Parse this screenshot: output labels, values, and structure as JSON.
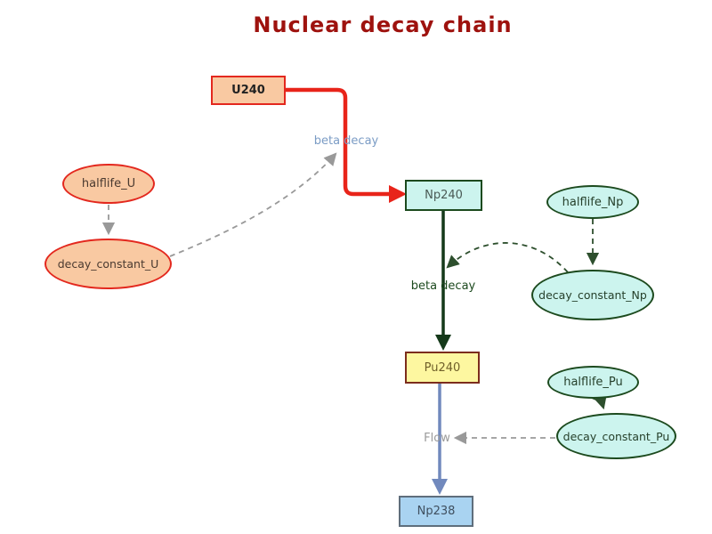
{
  "title": "Nuclear decay chain",
  "title_color": "#9e120e",
  "diagram": {
    "stocks": [
      {
        "id": "U240",
        "label": "U240",
        "fill": "#f9c9a2",
        "border": "#e3281e"
      },
      {
        "id": "Np240",
        "label": "Np240",
        "fill": "#ccf4ee",
        "border": "#1c4a1e"
      },
      {
        "id": "Pu240",
        "label": "Pu240",
        "fill": "#fdf7a0",
        "border": "#7c2d1d"
      },
      {
        "id": "Np238",
        "label": "Np238",
        "fill": "#a9d3f1",
        "border": "#5f6e7c"
      }
    ],
    "variables": [
      {
        "id": "halflife_U",
        "label": "halflife_U",
        "fill": "#f9c9a2",
        "border": "#e3281e"
      },
      {
        "id": "decay_constant_U",
        "label": "decay_constant_U",
        "fill": "#f9c9a2",
        "border": "#e3281e"
      },
      {
        "id": "halflife_Np",
        "label": "halflife_Np",
        "fill": "#ccf4ee",
        "border": "#1c4a1e"
      },
      {
        "id": "decay_constant_Np",
        "label": "decay_constant_Np",
        "fill": "#ccf4ee",
        "border": "#1c4a1e"
      },
      {
        "id": "halflife_Pu",
        "label": "halflife_Pu",
        "fill": "#ccf4ee",
        "border": "#1c4a1e"
      },
      {
        "id": "decay_constant_Pu",
        "label": "decay_constant_Pu",
        "fill": "#ccf4ee",
        "border": "#1c4a1e"
      }
    ],
    "flows": [
      {
        "label": "beta decay",
        "from": "U240",
        "to": "Np240",
        "color": "#e8241a",
        "label_color": "#7b9cc5"
      },
      {
        "label": "beta decay",
        "from": "Np240",
        "to": "Pu240",
        "color": "#15391a",
        "label_color": "#1d4a1f"
      },
      {
        "label": "Flow",
        "from": "Pu240",
        "to": "Np238",
        "color": "#7189bd",
        "label_color": "#9a9a9a"
      }
    ],
    "influences": [
      {
        "from": "halflife_U",
        "to": "decay_constant_U",
        "style": "dashed",
        "color": "#999999"
      },
      {
        "from": "decay_constant_U",
        "to": "beta decay (U to Np)",
        "style": "dashed",
        "color": "#999999"
      },
      {
        "from": "halflife_Np",
        "to": "decay_constant_Np",
        "style": "dashed",
        "color": "#2d4f2d"
      },
      {
        "from": "decay_constant_Np",
        "to": "beta decay (Np to Pu)",
        "style": "dashed",
        "color": "#2d4f2d"
      },
      {
        "from": "halflife_Pu",
        "to": "decay_constant_Pu",
        "style": "dashed",
        "color": "#2d4f2d"
      },
      {
        "from": "decay_constant_Pu",
        "to": "Flow (Pu to Np238)",
        "style": "dashed",
        "color": "#999999"
      }
    ]
  }
}
